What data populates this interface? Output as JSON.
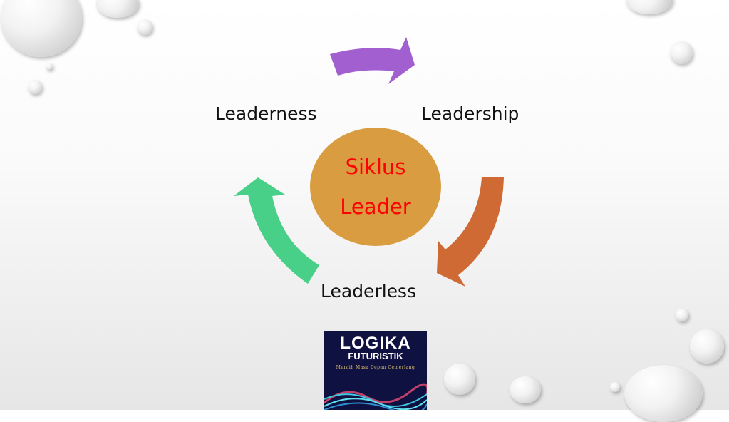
{
  "diagram": {
    "center": {
      "line1": "Siklus",
      "line2": "Leader"
    },
    "stages": [
      {
        "label": "Leaderness"
      },
      {
        "label": "Leadership"
      },
      {
        "label": "Leaderless"
      }
    ],
    "colors": {
      "arrow_top": "#a15fcf",
      "arrow_right": "#cf6a35",
      "arrow_left": "#48cf88",
      "center_fill": "#d99c40",
      "center_text": "#ff0000"
    }
  },
  "book": {
    "title1": "LOGIKA",
    "title2": "FUTURISTIK",
    "subtitle": "Meraih Masa Depan Cemerlang"
  }
}
